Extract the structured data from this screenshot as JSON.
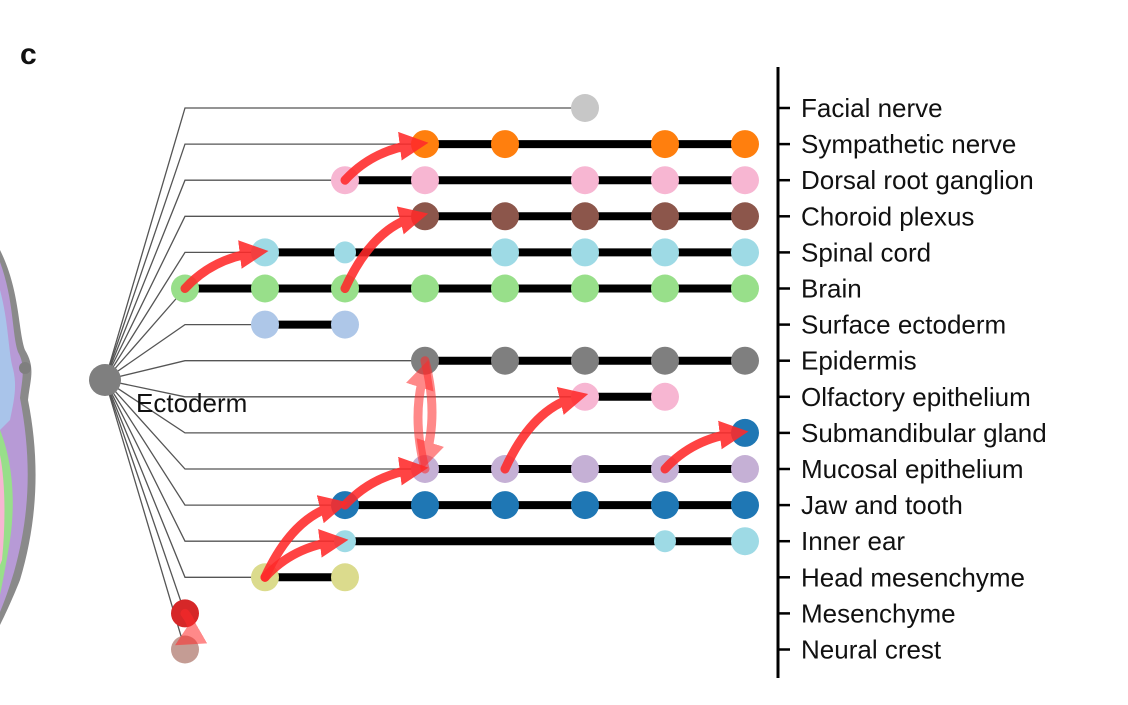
{
  "panel_label": "c",
  "root": {
    "label": "Ectoderm",
    "color": "#7f7f7f"
  },
  "columns": 8,
  "rows": [
    {
      "label": "Facial nerve",
      "color": "#c7c7c7",
      "nodes": [
        5
      ],
      "bar": null
    },
    {
      "label": "Sympathetic nerve",
      "color": "#ff7f0e",
      "nodes": [
        3,
        4,
        6,
        7
      ],
      "bar": [
        3,
        7
      ]
    },
    {
      "label": "Dorsal root ganglion",
      "color": "#f7b6d2",
      "nodes": [
        2,
        3,
        5,
        6,
        7
      ],
      "bar": [
        2,
        7
      ]
    },
    {
      "label": "Choroid plexus",
      "color": "#8c564b",
      "nodes": [
        3,
        4,
        5,
        6,
        7
      ],
      "bar": [
        3,
        7
      ]
    },
    {
      "label": "Spinal cord",
      "color": "#9edae5",
      "nodes": [
        1,
        2,
        4,
        5,
        6,
        7
      ],
      "bar": [
        1,
        7
      ],
      "small": [
        2
      ]
    },
    {
      "label": "Brain",
      "color": "#98df8a",
      "nodes": [
        0,
        1,
        2,
        3,
        4,
        5,
        6,
        7
      ],
      "bar": [
        0,
        7
      ]
    },
    {
      "label": "Surface ectoderm",
      "color": "#aec7e8",
      "nodes": [
        1,
        2
      ],
      "bar": [
        1,
        2
      ]
    },
    {
      "label": "Epidermis",
      "color": "#7f7f7f",
      "nodes": [
        3,
        4,
        5,
        6,
        7
      ],
      "bar": [
        3,
        7
      ]
    },
    {
      "label": "Olfactory epithelium",
      "color": "#f7b6d2",
      "nodes": [
        5,
        6
      ],
      "bar": [
        5,
        6
      ]
    },
    {
      "label": "Submandibular gland",
      "color": "#1f77b4",
      "nodes": [
        7
      ],
      "bar": null
    },
    {
      "label": "Mucosal epithelium",
      "color": "#c5b0d5",
      "nodes": [
        3,
        4,
        5,
        6,
        7
      ],
      "bar": [
        3,
        7
      ]
    },
    {
      "label": "Jaw and tooth",
      "color": "#1f77b4",
      "nodes": [
        2,
        3,
        4,
        5,
        6,
        7
      ],
      "bar": [
        2,
        7
      ]
    },
    {
      "label": "Inner ear",
      "color": "#9edae5",
      "nodes": [
        2,
        6,
        7
      ],
      "bar": [
        2,
        7
      ],
      "small": [
        2,
        6
      ]
    },
    {
      "label": "Head mesenchyme",
      "color": "#dbdb8d",
      "nodes": [
        1,
        2
      ],
      "bar": [
        1,
        2
      ]
    },
    {
      "label": "Mesenchyme",
      "color": "#d62728",
      "nodes": [
        0
      ],
      "bar": null
    },
    {
      "label": "Neural crest",
      "color": "#c49c94",
      "nodes": [
        0
      ],
      "bar": null
    }
  ],
  "transitions": [
    {
      "from": [
        5,
        0
      ],
      "to": [
        4,
        1
      ]
    },
    {
      "from": [
        2,
        2
      ],
      "to": [
        1,
        3
      ]
    },
    {
      "from": [
        5,
        2
      ],
      "to": [
        3,
        3
      ]
    },
    {
      "from": [
        10,
        3
      ],
      "to": [
        7,
        3
      ],
      "faded": true
    },
    {
      "from": [
        7,
        3
      ],
      "to": [
        10,
        3
      ],
      "faded": true
    },
    {
      "from": [
        10,
        4
      ],
      "to": [
        8,
        5
      ]
    },
    {
      "from": [
        10,
        6
      ],
      "to": [
        9,
        7
      ]
    },
    {
      "from": [
        13,
        1
      ],
      "to": [
        11,
        2
      ]
    },
    {
      "from": [
        13,
        1
      ],
      "to": [
        12,
        2
      ]
    },
    {
      "from": [
        11,
        2
      ],
      "to": [
        10,
        3
      ]
    },
    {
      "from": [
        14,
        0
      ],
      "to": [
        15,
        0
      ],
      "faded": true
    }
  ]
}
